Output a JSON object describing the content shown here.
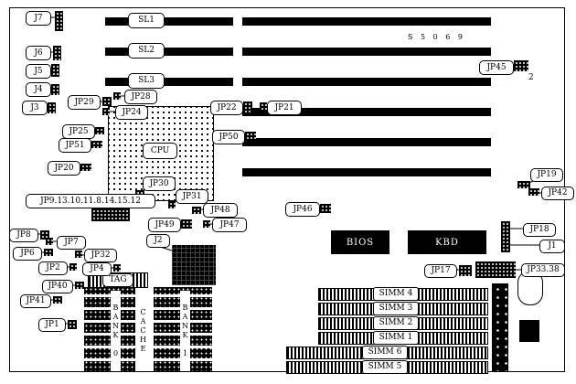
{
  "annotations": {
    "board_code": "S 5 0 6 9",
    "jp45_pin": "2"
  },
  "callouts": {
    "j7": "J7",
    "j6": "J6",
    "j5": "J5",
    "j4": "J4",
    "j3": "J3",
    "jp29": "JP29",
    "jp28": "JP28",
    "jp24": "JP24",
    "jp25": "JP25",
    "jp51": "JP51",
    "jp20": "JP20",
    "jp22": "JP22",
    "jp21": "JP21",
    "jp50": "JP50",
    "jp30": "JP30",
    "jp31": "JP31",
    "jp9_group": "JP9.13.10.11.8.14.15.12",
    "jp48": "JP48",
    "jp49": "JP49",
    "jp47": "JP47",
    "jp46": "JP46",
    "jp45": "JP45",
    "jp19": "JP19",
    "jp42": "JP42",
    "jp18": "JP18",
    "j1": "J1",
    "jp33_38": "JP33.38",
    "jp17": "JP17",
    "jp8": "JP8",
    "jp7": "JP7",
    "jp6": "JP6",
    "jp32": "JP32",
    "jp2": "JP2",
    "jp4": "JP4",
    "jp40": "JP40",
    "jp41": "JP41",
    "jp1": "JP1",
    "j2": "J2",
    "tag": "TAG"
  },
  "slots": {
    "sl1": "SL1",
    "sl2": "SL2",
    "sl3": "SL3"
  },
  "chips": {
    "cpu": "CPU",
    "bios": "BIOS",
    "kbd": "KBD"
  },
  "vlabels": {
    "bank0": "BANK 0",
    "cache": "CACHE",
    "bank1": "BANK 1"
  },
  "simms": {
    "simm1": "SIMM 1",
    "simm2": "SIMM 2",
    "simm3": "SIMM 3",
    "simm4": "SIMM 4",
    "simm5": "SIMM 5",
    "simm6": "SIMM 6"
  }
}
